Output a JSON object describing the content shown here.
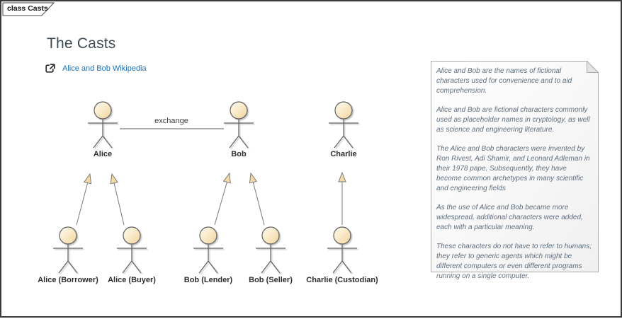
{
  "frame": {
    "tab_label": "class Casts"
  },
  "header": {
    "title": "The Casts"
  },
  "hyperlink": {
    "label": "Alice and Bob Wikipedia",
    "color": "#1b71b8",
    "icon": "external-link-icon"
  },
  "diagram": {
    "association": {
      "label": "exchange"
    },
    "actors": {
      "top": [
        {
          "name": "Alice"
        },
        {
          "name": "Bob"
        },
        {
          "name": "Charlie"
        }
      ],
      "bottom": [
        {
          "name": "Alice (Borrower)"
        },
        {
          "name": "Alice (Buyer)"
        },
        {
          "name": "Bob (Lender)"
        },
        {
          "name": "Bob (Seller)"
        },
        {
          "name": "Charlie (Custodian)"
        }
      ]
    },
    "colors": {
      "actor_fill": "#F4D9A4",
      "actor_stroke": "#5f5f5f",
      "arrowhead_fill": "#F3D9A6",
      "note_border": "#ababab",
      "frame_border": "#3a3a3a"
    }
  },
  "note": {
    "paragraphs": [
      "Alice and Bob are the names of fictional characters used for convenience and to aid comprehension.",
      "Alice and Bob are fictional characters commonly used as placeholder names in cryptology, as well as science and engineering literature.",
      "The Alice and Bob characters were invented by Ron Rivest, Adi Shamir, and Leonard Adleman in their 1978 pape. Subsequently, they have become common archetypes in many scientific and engineering fields",
      "As the use of Alice and Bob became more widespread, additional characters were added, each with a particular meaning.",
      "These characters do not have to refer to humans; they refer to generic agents which might be different computers or even different programs running on a single computer."
    ]
  }
}
